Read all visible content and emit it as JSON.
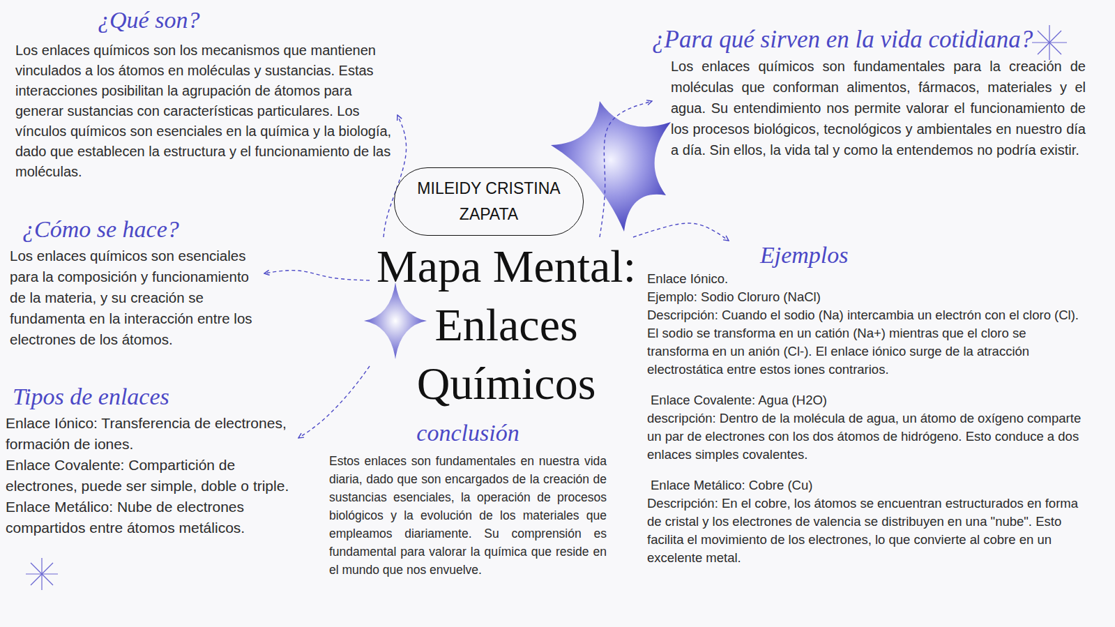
{
  "diagram": {
    "nodes": [
      {
        "text": [
          "¿Qué son?",
          "Los enlaces químicos son los mecanismos que mantienen vinculados a los átomos en moléculas y sustancias. Estas interacciones posibilitan la agrupación de átomos para generar sustancias con características particulares. Los vínculos químicos son esenciales en la química y la biología, dado que establecen la estructura y el funcionamiento de las moléculas."
        ]
      },
      {
        "text": [
          "¿Para qué sirven en la vida cotidiana?",
          "Los enlaces químicos son fundamentales para la creación de moléculas que conforman alimentos, fármacos, materiales y el agua. Su entendimiento nos permite valorar el funcionamiento de los procesos biológicos, tecnológicos y ambientales en nuestro día a día. Sin ellos, la vida tal y como la entendemos no podría existir."
        ]
      },
      {
        "text": [
          "MILEIDY CRISTINA ZAPATA"
        ]
      },
      {
        "text": [
          "¿Cómo se hace?",
          "Los enlaces químicos son esenciales para la composición y funcionamiento de la materia, y su creación se fundamenta en la interacción entre los electrones de los átomos."
        ]
      },
      {
        "text": [
          "Mapa Mental: Enlaces Químicos"
        ]
      },
      {
        "text": [
          "Ejemplos",
          "Enlace Iónico.",
          "Ejemplo: Sodio Cloruro (NaCl)",
          "Descripción: Cuando el sodio (Na) intercambia un electrón con el cloro (Cl). El sodio se transforma en un catión (Na+) mientras que el cloro se transforma en un anión (Cl-). El enlace iónico surge de la atracción electrostática entre estos iones contrarios.",
          "Enlace Covalente: Agua (H2O)",
          "descripción: Dentro de la molécula de agua, un átomo de oxígeno comparte un par de electrones con los dos átomos de hidrógeno. Esto conduce a dos enlaces simples covalentes.",
          "Enlace Metálico: Cobre (Cu)",
          "Descripción: En el cobre, los átomos se encuentran estructurados en forma de cristal y los electrones de valencia se distribuyen en una \"nube\". Esto facilita el movimiento de los electrones, lo que convierte al cobre en un excelente metal."
        ]
      },
      {
        "text": [
          "Tipos de enlaces",
          "Enlace Iónico: Transferencia de electrones, formación de iones.",
          "Enlace Covalente: Compartición de electrones, puede ser simple, doble o triple.",
          "Enlace Metálico: Nube de electrones compartidos entre átomos metálicos."
        ]
      },
      {
        "text": [
          "conclusión",
          "Estos enlaces son fundamentales en nuestra vida diaria, dado que son encargados de la creación de sustancias esenciales, la operación de procesos biológicos y la evolución de los materiales que empleamos diariamente. Su comprensión es fundamental para valorar la química que reside en el mundo que nos envuelve."
        ]
      }
    ],
    "edges": [
      {
        "from": 4,
        "to": 0,
        "arrow": "to"
      },
      {
        "from": 4,
        "to": 1,
        "arrow": "to"
      },
      {
        "from": 4,
        "to": 3,
        "arrow": "to"
      },
      {
        "from": 4,
        "to": 5,
        "arrow": "to"
      },
      {
        "from": 4,
        "to": 6,
        "arrow": "to"
      }
    ]
  }
}
